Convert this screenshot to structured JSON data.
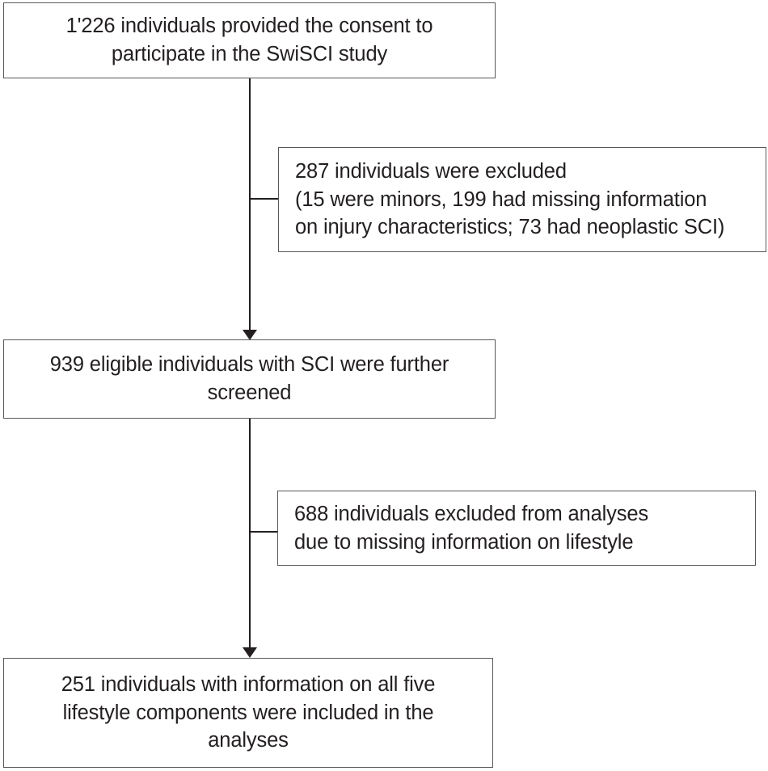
{
  "chart_data": {
    "type": "diagram",
    "diagram_kind": "participant-flow-chart",
    "title": "",
    "nodes": [
      {
        "id": "consent",
        "role": "primary",
        "count": 1226,
        "lines": [
          "1'226 individuals provided the consent to",
          "participate in the SwiSCI study"
        ],
        "align": "center"
      },
      {
        "id": "excluded-1",
        "role": "exclusion",
        "count": 287,
        "lines": [
          "287 individuals were excluded",
          "(15 were minors, 199 had missing information",
          "on injury characteristics; 73 had neoplastic SCI)"
        ],
        "align": "left"
      },
      {
        "id": "eligible",
        "role": "primary",
        "count": 939,
        "lines": [
          "939 eligible individuals with SCI were further",
          "screened"
        ],
        "align": "center"
      },
      {
        "id": "excluded-2",
        "role": "exclusion",
        "count": 688,
        "lines": [
          "688 individuals excluded from analyses",
          "due to missing information on lifestyle"
        ],
        "align": "left"
      },
      {
        "id": "included",
        "role": "primary",
        "count": 251,
        "lines": [
          "251 individuals with information on all five",
          "lifestyle components were included in the",
          "analyses"
        ],
        "align": "center"
      }
    ],
    "edges": [
      {
        "from": "consent",
        "to": "eligible",
        "kind": "arrow-down"
      },
      {
        "from": "consent-spine",
        "to": "excluded-1",
        "kind": "branch-right"
      },
      {
        "from": "eligible",
        "to": "included",
        "kind": "arrow-down"
      },
      {
        "from": "eligible-spine",
        "to": "excluded-2",
        "kind": "branch-right"
      }
    ],
    "colors": {
      "box_border": "#58595b",
      "connector": "#231f20",
      "text": "#231f20",
      "background": "#ffffff"
    }
  },
  "nodes": {
    "consent": {
      "line1": "1'226 individuals provided the consent to",
      "line2": "participate in the SwiSCI study"
    },
    "excluded_1": {
      "line1": "287 individuals were excluded",
      "line2": "(15 were minors, 199 had missing information",
      "line3": "on injury characteristics; 73 had neoplastic SCI)"
    },
    "eligible": {
      "line1": "939 eligible individuals with SCI were further",
      "line2": "screened"
    },
    "excluded_2": {
      "line1": "688 individuals excluded from analyses",
      "line2": "due to missing information on lifestyle"
    },
    "included": {
      "line1": "251 individuals with information on all five",
      "line2": "lifestyle components were included in the",
      "line3": "analyses"
    }
  }
}
